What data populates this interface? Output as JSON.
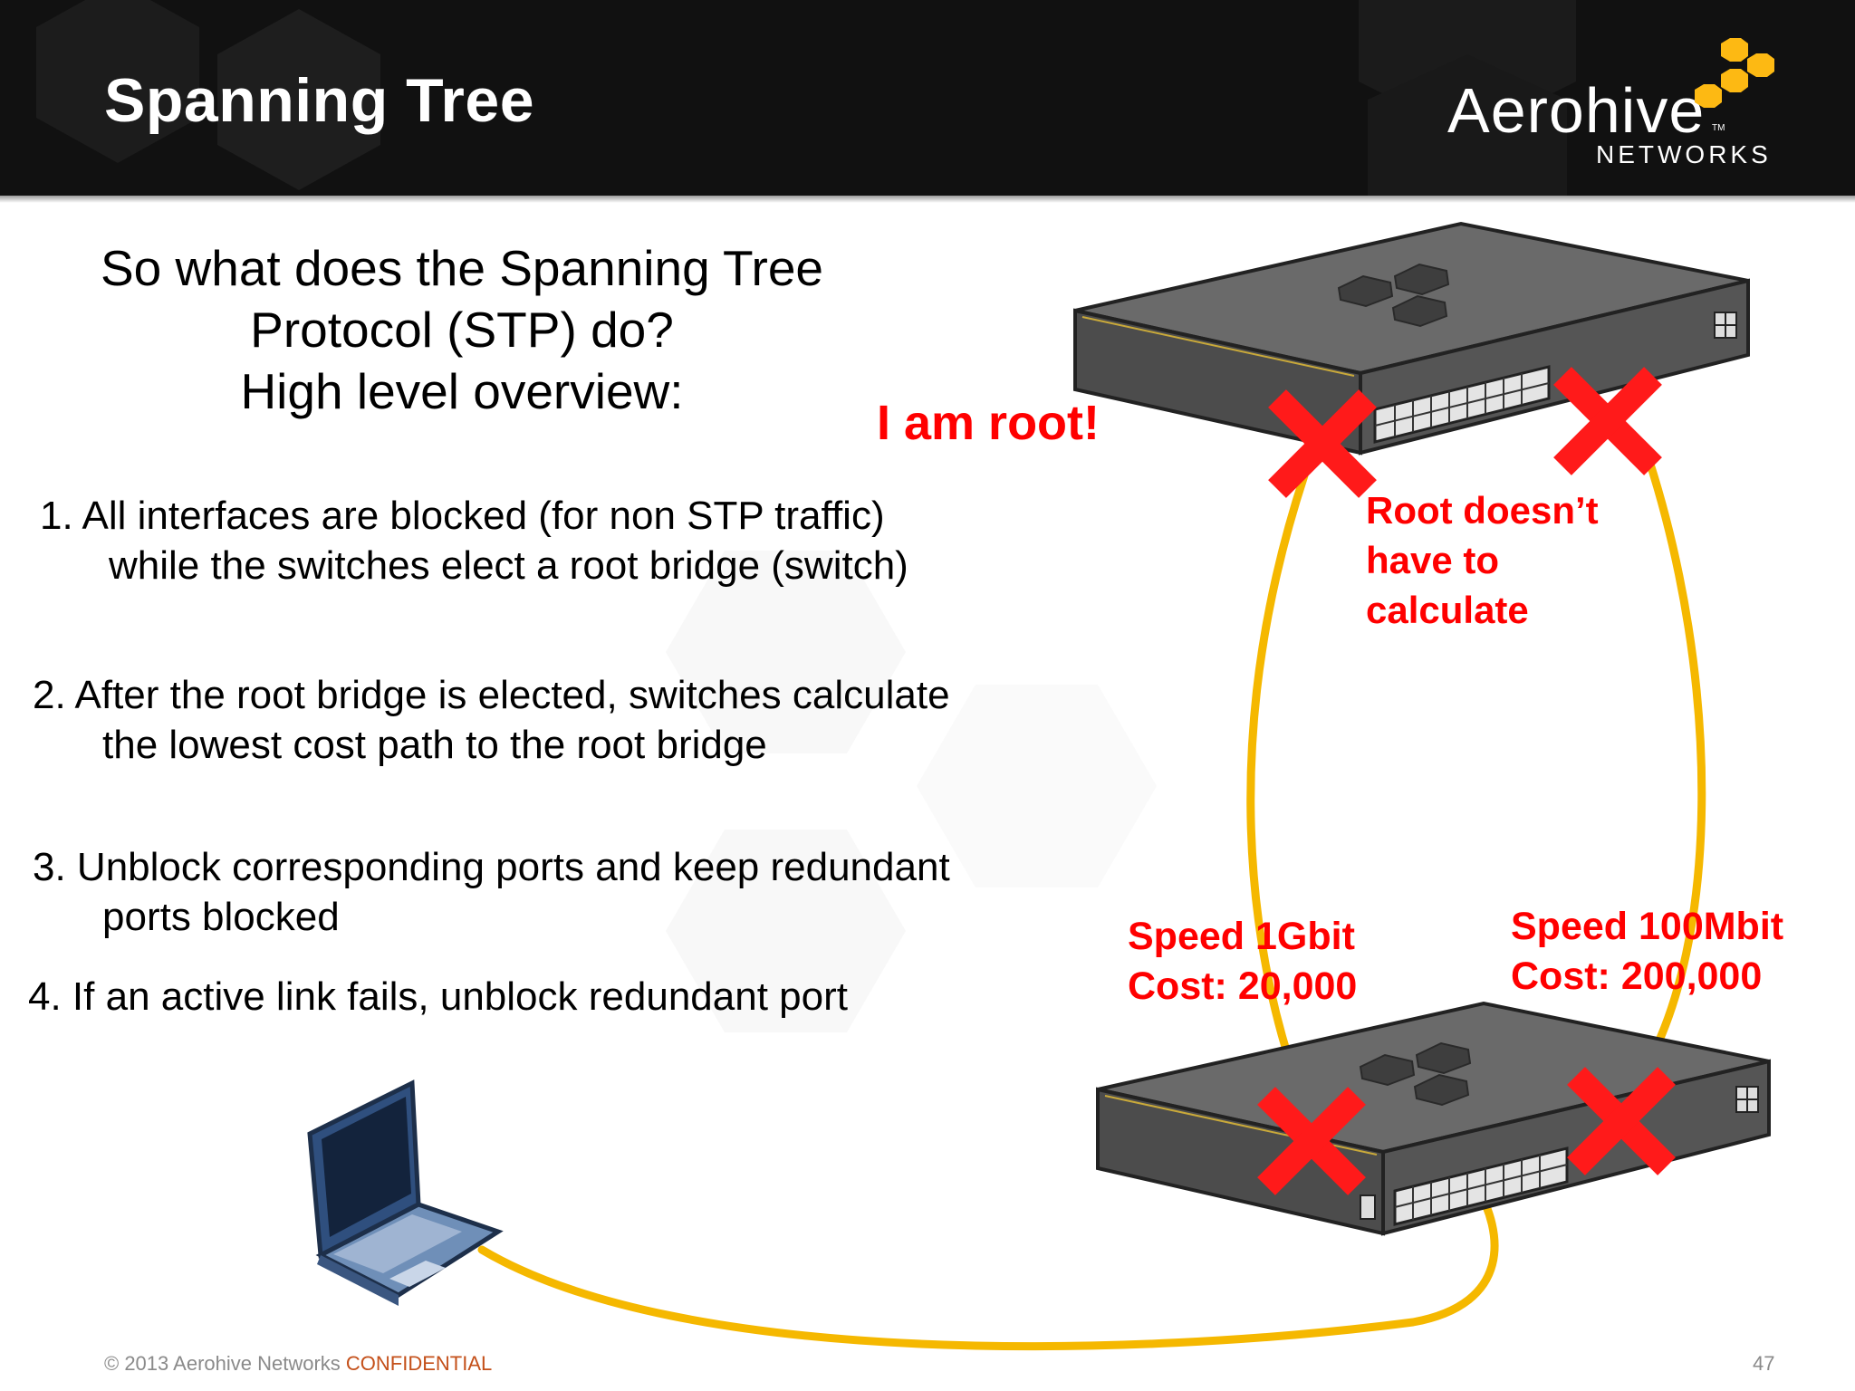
{
  "slide": {
    "title": "Spanning Tree",
    "logo": {
      "name": "Aerohive",
      "tm": "TM",
      "sub": "NETWORKS"
    },
    "question": [
      "So what does the Spanning Tree",
      "Protocol (STP) do?",
      "High level overview:"
    ],
    "steps": [
      {
        "line1": "1. All interfaces are blocked (for non STP traffic)",
        "line2": "while the switches elect a root bridge (switch)"
      },
      {
        "line1": "2. After the root bridge is elected, switches calculate",
        "line2": "the lowest cost path to the root bridge"
      },
      {
        "line1": "3. Unblock corresponding ports and keep redundant",
        "line2": "ports blocked"
      },
      {
        "line1": "4. If an active link fails, unblock redundant port",
        "line2": ""
      }
    ],
    "annotations": {
      "root": "I am root!",
      "root_note": [
        "Root doesn’t",
        "have to",
        "calculate"
      ],
      "link_left": [
        "Speed 1Gbit",
        "Cost: 20,000"
      ],
      "link_right": [
        "Speed 100Mbit",
        "Cost: 200,000"
      ]
    },
    "footer": {
      "copyright": "© 2013 Aerohive Networks",
      "confidential": "CONFIDENTIAL",
      "page": "47"
    },
    "colors": {
      "accent": "#fdb913",
      "cable": "#f5b800",
      "alert": "#ff0000",
      "header": "#111111"
    }
  }
}
